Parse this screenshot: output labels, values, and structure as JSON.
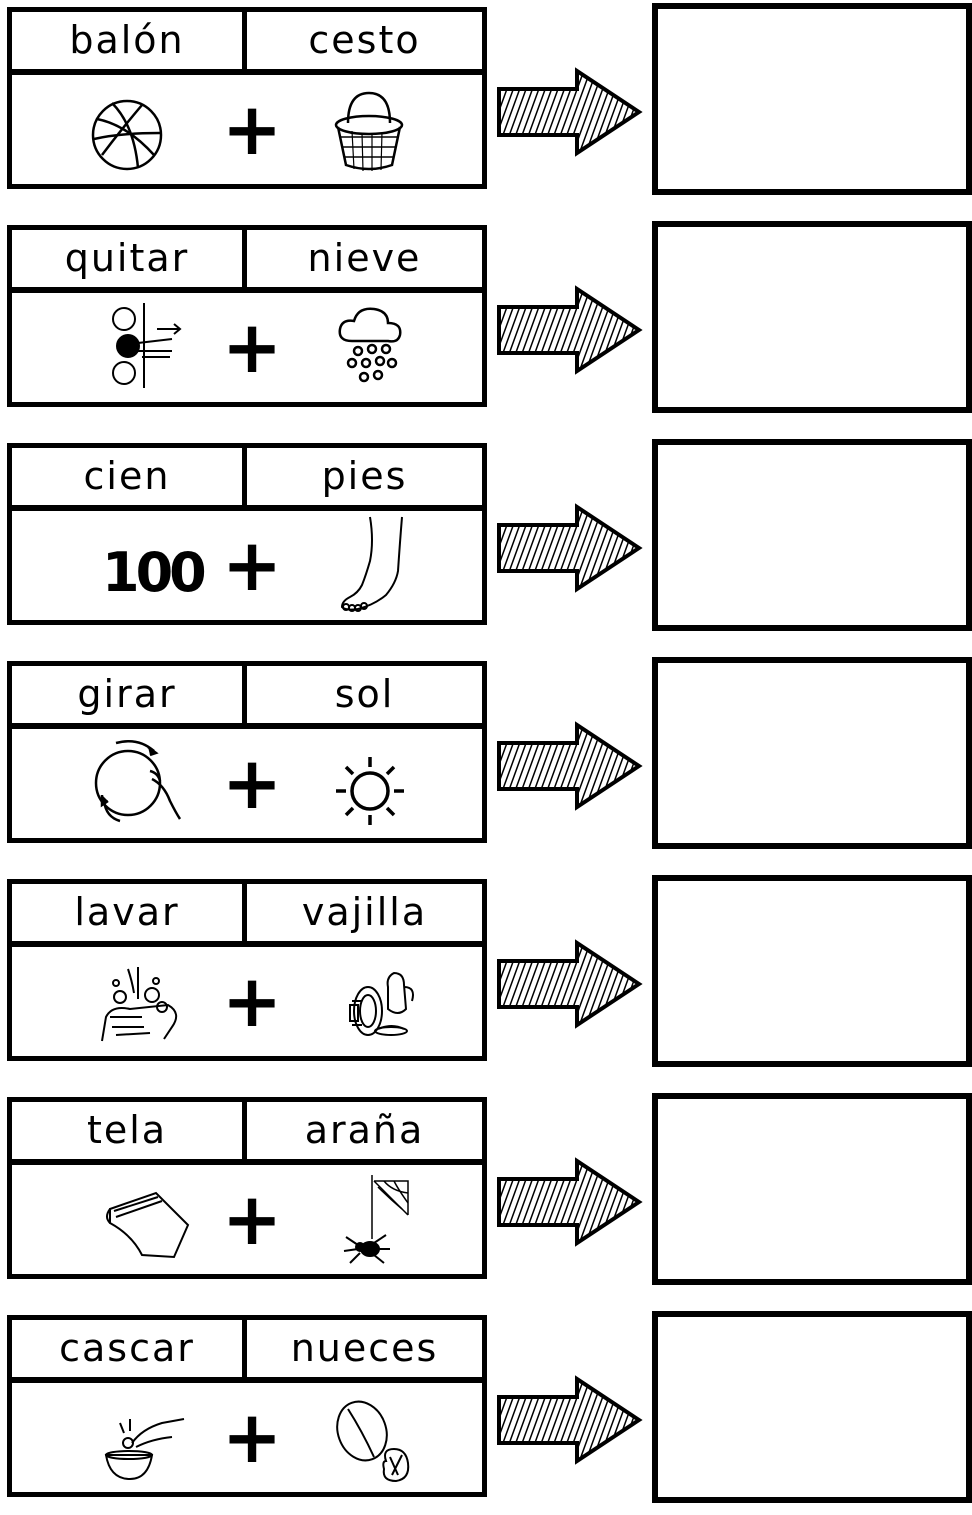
{
  "rows": [
    {
      "left_word": "balón",
      "right_word": "cesto",
      "left_icon": "basketball-icon",
      "right_icon": "basket-icon"
    },
    {
      "left_word": "quitar",
      "right_word": "nieve",
      "left_icon": "remove-icon",
      "right_icon": "snow-cloud-icon"
    },
    {
      "left_word": "cien",
      "right_word": "pies",
      "left_icon": "number-100",
      "right_icon": "foot-icon"
    },
    {
      "left_word": "girar",
      "right_word": "sol",
      "left_icon": "rotate-hand-icon",
      "right_icon": "sun-icon"
    },
    {
      "left_word": "lavar",
      "right_word": "vajilla",
      "left_icon": "wash-hands-icon",
      "right_icon": "dishes-icon"
    },
    {
      "left_word": "tela",
      "right_word": "araña",
      "left_icon": "fabric-icon",
      "right_icon": "spider-icon"
    },
    {
      "left_word": "cascar",
      "right_word": "nueces",
      "left_icon": "crack-icon",
      "right_icon": "walnut-icon"
    }
  ],
  "symbols": {
    "plus": "+",
    "hundred": "100"
  }
}
